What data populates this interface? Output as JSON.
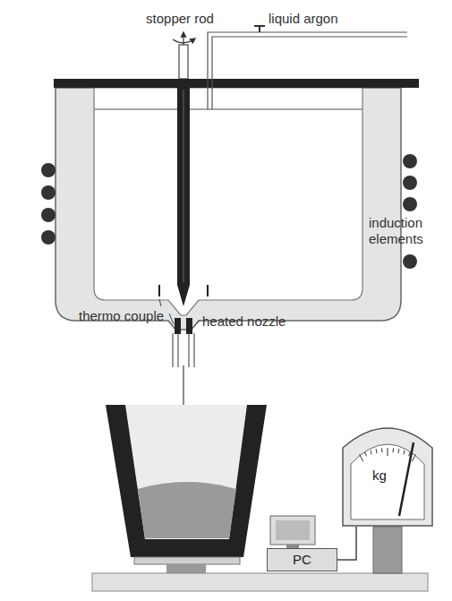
{
  "diagram": {
    "nodes": [
      {
        "text": [
          "PC"
        ]
      },
      {
        "text": [
          "kg"
        ]
      }
    ],
    "edges": [
      {
        "from": 0,
        "to": 1,
        "arrow": "none"
      }
    ],
    "labels": [
      "stopper rod",
      "liquid argon",
      "induction elements",
      "thermo couple",
      "heated nozzle"
    ]
  }
}
